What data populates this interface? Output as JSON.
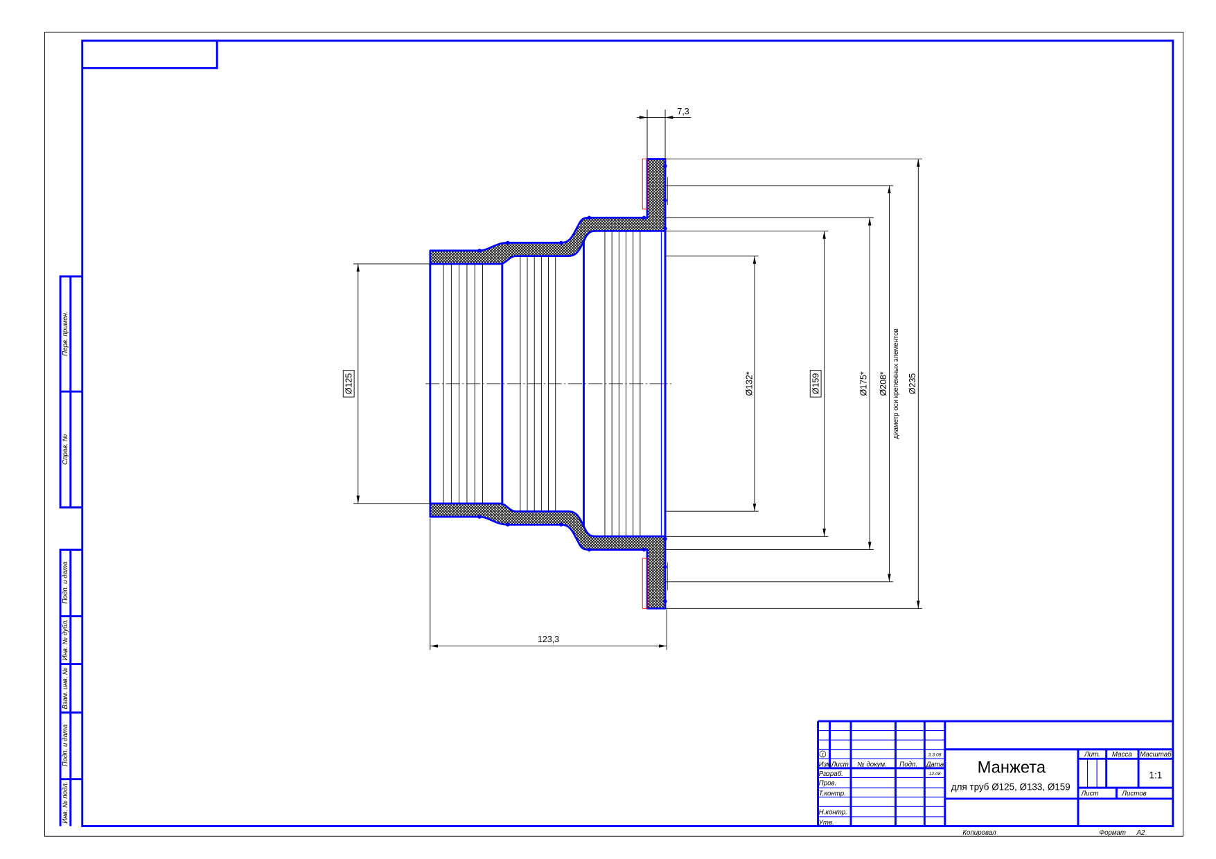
{
  "colors": {
    "contour": "#0000ff",
    "dimension": "#000000",
    "marking": "#ff0000",
    "background": "#ffffff"
  },
  "drawing": {
    "dims": {
      "flange_width": "7,3",
      "bore_125": "Ø125",
      "bore_132": "Ø132*",
      "bore_159": "Ø159",
      "outer_175": "Ø175*",
      "bolt_circle": "Ø208*",
      "bolt_circle_note": "диаметр оси крепежных элементов",
      "flange_235": "Ø235",
      "length": "123,3"
    }
  },
  "side_stamp": {
    "perv_primen": "Перв. примен.",
    "sprav_no": "Справ. №",
    "podp_data_1": "Подп. и дата",
    "inv_dubl": "Инв. № дубл.",
    "vzam_inv": "Взам. инв. №",
    "podp_data_2": "Подп. и дата",
    "inv_podl": "Инв. № подл."
  },
  "title_block": {
    "revision_mark": "1",
    "revision_date": "3.3.08",
    "headers": {
      "izm": "Изм.",
      "list": "Лист",
      "doc_no": "№ докум.",
      "podp": "Подп.",
      "data": "Дата"
    },
    "roles": {
      "razrab": "Разраб.",
      "prov": "Пров.",
      "tkontr": "Т.контр.",
      "nkontr": "Н.контр.",
      "utv": "Утв."
    },
    "razrab_date": "12.08",
    "name": "Манжета",
    "subtitle": "для труб Ø125, Ø133, Ø159",
    "lit_label": "Лит.",
    "mass_label": "Масса",
    "scale_label": "Масштаб",
    "scale": "1:1",
    "sheet_label": "Лист",
    "sheets_label": "Листов"
  },
  "footer": {
    "copied": "Копировал",
    "format_label": "Формат",
    "format": "A2"
  }
}
